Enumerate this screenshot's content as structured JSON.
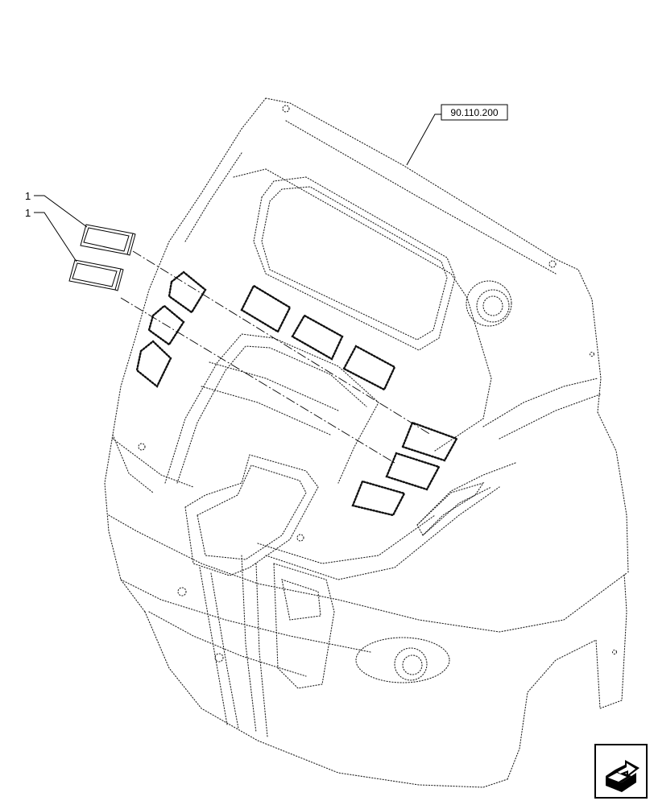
{
  "callouts": [
    {
      "label": "1"
    },
    {
      "label": "1"
    }
  ],
  "reference": {
    "label": "90.110.200"
  },
  "icons": {
    "navigation": "next-page-arrow-icon"
  }
}
